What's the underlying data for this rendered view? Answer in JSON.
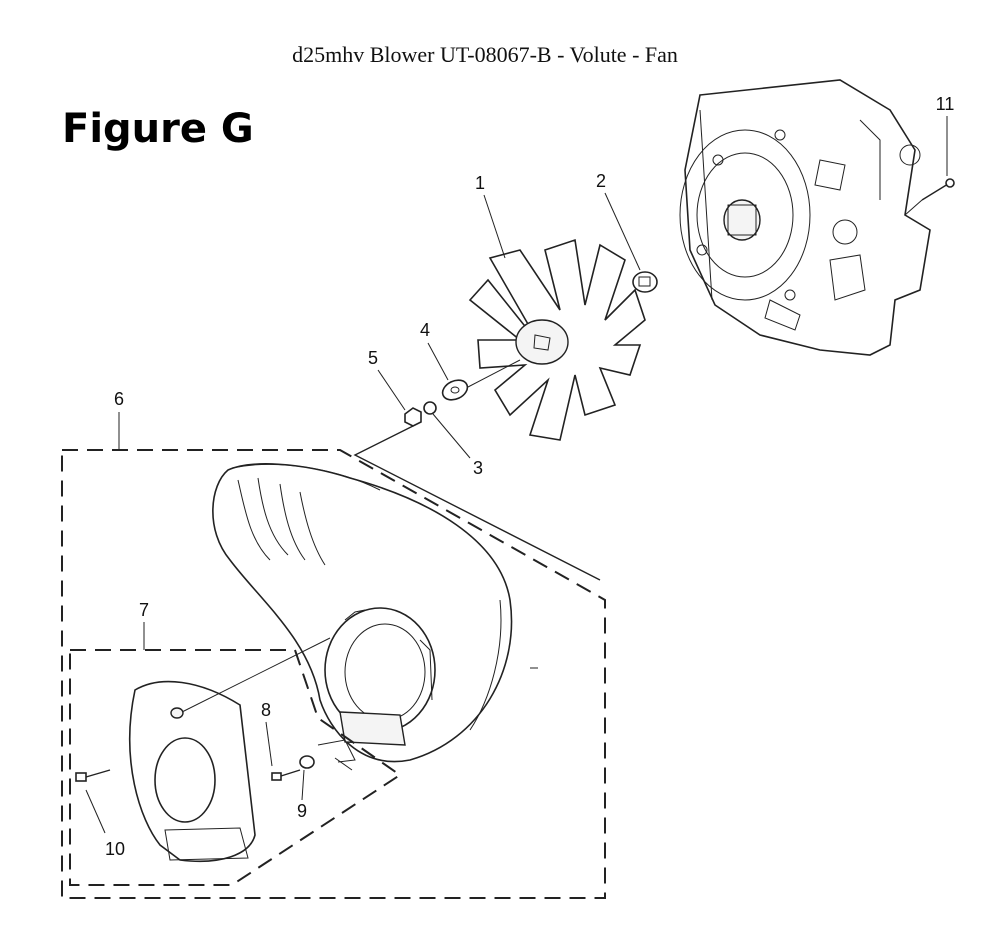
{
  "title": "d25mhv Blower UT-08067-B - Volute - Fan",
  "figure_label": "Figure G",
  "callouts": {
    "c1": "1",
    "c2": "2",
    "c3": "3",
    "c4": "4",
    "c5": "5",
    "c6": "6",
    "c7": "7",
    "c8": "8",
    "c9": "9",
    "c10": "10",
    "c11": "11"
  }
}
